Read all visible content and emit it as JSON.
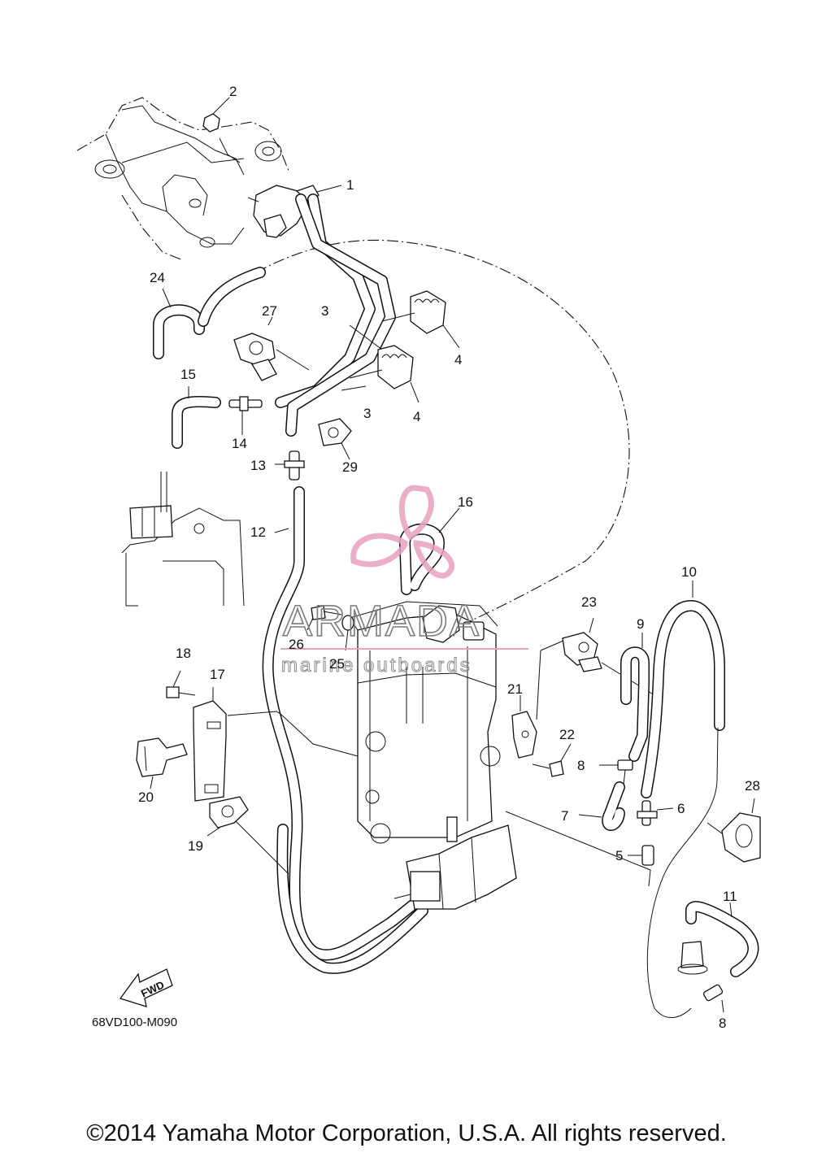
{
  "callouts": [
    {
      "id": "c1",
      "text": "1"
    },
    {
      "id": "c2",
      "text": "2"
    },
    {
      "id": "c3a",
      "text": "3"
    },
    {
      "id": "c3b",
      "text": "3"
    },
    {
      "id": "c4a",
      "text": "4"
    },
    {
      "id": "c4b",
      "text": "4"
    },
    {
      "id": "c5",
      "text": "5"
    },
    {
      "id": "c6",
      "text": "6"
    },
    {
      "id": "c7",
      "text": "7"
    },
    {
      "id": "c8a",
      "text": "8"
    },
    {
      "id": "c8b",
      "text": "8"
    },
    {
      "id": "c9",
      "text": "9"
    },
    {
      "id": "c10",
      "text": "10"
    },
    {
      "id": "c11",
      "text": "11"
    },
    {
      "id": "c12",
      "text": "12"
    },
    {
      "id": "c13",
      "text": "13"
    },
    {
      "id": "c14",
      "text": "14"
    },
    {
      "id": "c15",
      "text": "15"
    },
    {
      "id": "c16",
      "text": "16"
    },
    {
      "id": "c17",
      "text": "17"
    },
    {
      "id": "c18",
      "text": "18"
    },
    {
      "id": "c19",
      "text": "19"
    },
    {
      "id": "c20",
      "text": "20"
    },
    {
      "id": "c21",
      "text": "21"
    },
    {
      "id": "c22",
      "text": "22"
    },
    {
      "id": "c23",
      "text": "23"
    },
    {
      "id": "c24",
      "text": "24"
    },
    {
      "id": "c25",
      "text": "25"
    },
    {
      "id": "c26",
      "text": "26"
    },
    {
      "id": "c27",
      "text": "27"
    },
    {
      "id": "c28",
      "text": "28"
    },
    {
      "id": "c29",
      "text": "29"
    }
  ],
  "fwd_label": "FWD",
  "diagram_code": "68VD100-M090",
  "watermark": {
    "brand": "ARMADA",
    "tagline": "marine outboards",
    "accent_color": "#e8a0c0"
  },
  "copyright": "©2014 Yamaha Motor Corporation, U.S.A. All rights reserved."
}
